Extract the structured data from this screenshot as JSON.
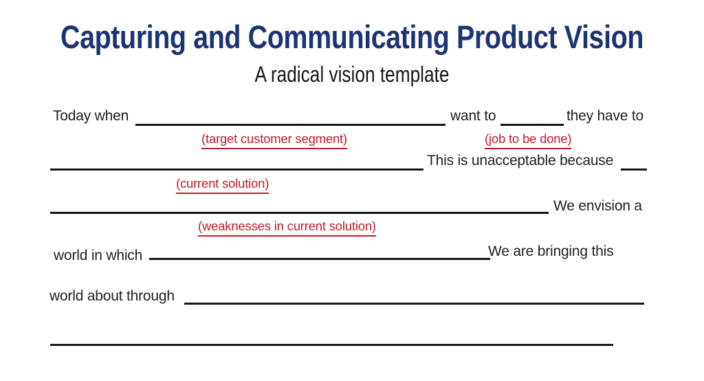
{
  "title": "Capturing and Communicating Product Vision",
  "subtitle": "A radical vision template",
  "colors": {
    "title_navy": "#1c3472",
    "hint_red": "#bb1f28",
    "body_text": "#1f1f1f",
    "blank_line": "#161616",
    "background": "#ffffff"
  },
  "segments": {
    "today_when": "Today when",
    "want_to": "want to",
    "they_have_to": "they have to",
    "unacceptable": "This is unacceptable because",
    "we_envision": "We envision a",
    "world_in_which": "world in which",
    "we_are_bringing": "We are bringing this",
    "world_about_through": "world about through"
  },
  "hints": {
    "target_customer_segment": "(target customer segment)",
    "job_to_be_done": "(job to be done)",
    "current_solution": "(current solution)",
    "weaknesses_in_current_solution": "(weaknesses in current solution)"
  }
}
